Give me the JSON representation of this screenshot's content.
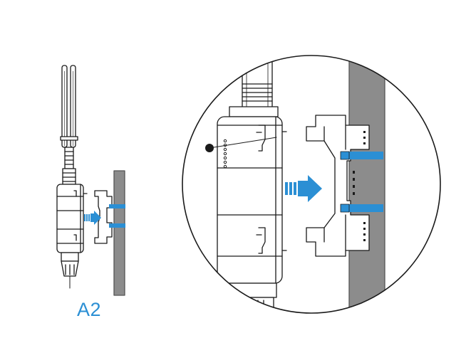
{
  "step_label": "A2",
  "colors": {
    "accent": "#2b8fd4",
    "wall": "#8c8c8c",
    "line": "#1a1a1a",
    "fill": "#ffffff"
  },
  "illustration": {
    "overview": "outdoor-ap-wall-mount-overview",
    "detail": "bracket-attachment-detail-zoom",
    "arrow_icon": "push-right-arrow-icon"
  }
}
